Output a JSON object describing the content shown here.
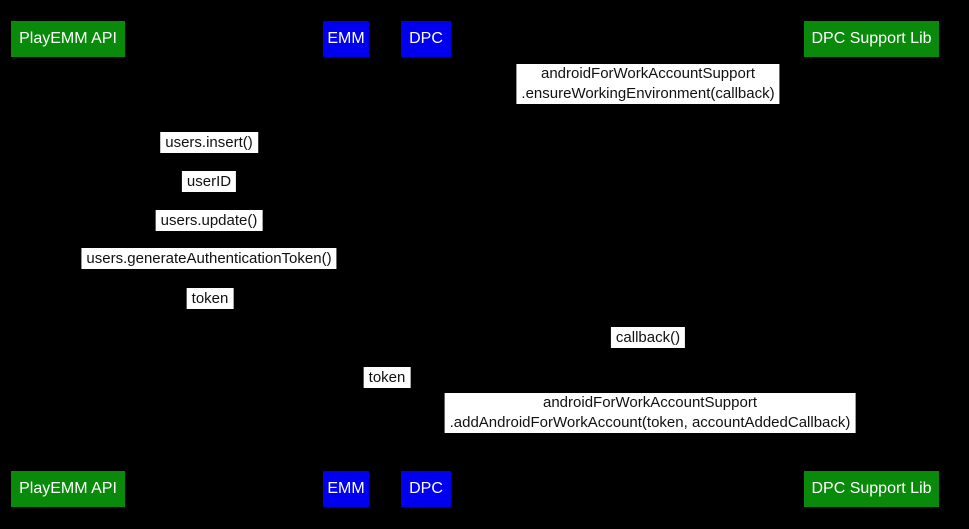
{
  "colors": {
    "background": "#000000",
    "actor_green": "#0a8a0a",
    "actor_blue": "#0000ee",
    "actor_text": "#ffffff",
    "message_bg": "#ffffff",
    "message_text": "#111111"
  },
  "actors": {
    "playemm_api": "PlayEMM API",
    "emm": "EMM",
    "dpc": "DPC",
    "dpc_support_lib": "DPC Support Lib"
  },
  "messages": {
    "ensure_working_environment": {
      "line1": "androidForWorkAccountSupport",
      "line2": ".ensureWorkingEnvironment(callback)"
    },
    "users_insert": "users.insert()",
    "user_id": "userID",
    "users_update": "users.update()",
    "users_generate_auth_token": "users.generateAuthenticationToken()",
    "token_to_emm": "token",
    "callback": "callback()",
    "token_to_dpc": "token",
    "add_android_for_work_account": {
      "line1": "androidForWorkAccountSupport",
      "line2": ".addAndroidForWorkAccount(token, accountAddedCallback)"
    }
  }
}
